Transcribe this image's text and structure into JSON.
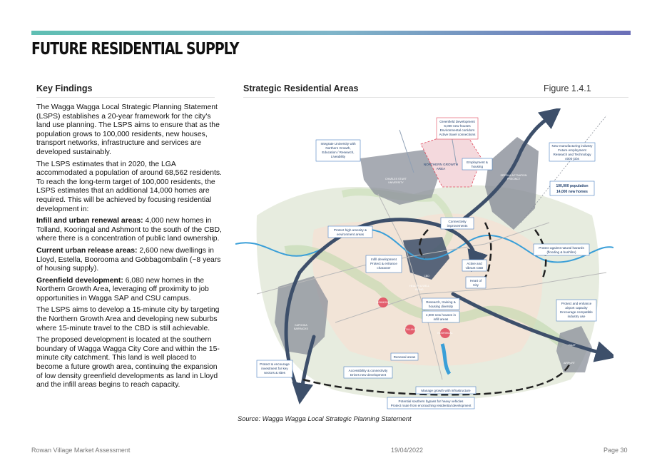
{
  "page": {
    "title": "FUTURE RESIDENTIAL SUPPLY",
    "left_heading": "Key Findings",
    "right_heading": "Strategic Residential Areas",
    "figure_number": "Figure 1.4.1",
    "source": "Source: Wagga Wagga Local Strategic Planning Statement"
  },
  "paragraphs": [
    {
      "bold": "",
      "text": "The Wagga Wagga Local Strategic Planning Statement (LSPS) establishes a 20-year framework for the city's land use planning. The LSPS aims to ensure that as the population grows to 100,000 residents, new houses, transport networks, infrastructure and services are developed sustainably."
    },
    {
      "bold": "",
      "text": "The LSPS estimates that in 2020, the LGA accommodated a population of around 68,562 residents. To reach the long-term target of 100,000 residents, the LSPS estimates that an additional 14,000 homes are required. This will be achieved by focusing residential development in:"
    },
    {
      "bold": "Infill and urban renewal areas:",
      "text": " 4,000 new homes in Tolland, Kooringal and Ashmont to the south of the CBD, where there is a concentration of public land ownership."
    },
    {
      "bold": "Current urban release areas:",
      "text": " 2,600 new dwellings in Lloyd, Estella, Boorooma and Gobbagombalin (~8 years of housing supply)."
    },
    {
      "bold": "Greenfield development:",
      "text": " 6,080 new homes in the Northern Growth Area, leveraging off proximity to job opportunities in Wagga SAP and CSU campus."
    },
    {
      "bold": "",
      "text": "The LSPS aims to develop a 15-minute city by targeting the Northern Growth Area and developing new suburbs where 15-minute travel to the CBD is still achievable."
    },
    {
      "bold": "",
      "text": "The proposed development is located at the southern boundary of Wagga Wagga City Core and within the 15-minute city catchment. This land is well placed to become a future growth area, continuing the expansion of low density greenfield developments as land in Lloyd and the infill areas begins to reach capacity."
    }
  ],
  "map": {
    "callouts": {
      "greenfield": [
        "Greenfield Development",
        "6,000 new houses",
        "Environmental corridors",
        "Active travel connections"
      ],
      "university": [
        "Integrate University with",
        "Northern Growth,",
        "Education / Research,",
        "Liveability"
      ],
      "employment": [
        "Employment &",
        "housing"
      ],
      "manufacturing": [
        "New manufacturing industry",
        "Future employment",
        "Research and Technology",
        "4000 jobs"
      ],
      "population": [
        "100,000 population",
        "14,000 new homes"
      ],
      "connectivity": [
        "Connectivity",
        "improvements"
      ],
      "amenity": [
        "Protect high amenity &",
        "environment areas"
      ],
      "hazards": [
        "Protect against natural hazards",
        "(flooding & bushfire)"
      ],
      "infill": [
        "Infill development",
        "Protect & enhance",
        "character"
      ],
      "vibrant_cbd": [
        "Active and",
        "vibrant CBD"
      ],
      "heart_city": [
        "Heart of",
        "City"
      ],
      "research": [
        "Research, training &",
        "housing diversity"
      ],
      "infill_homes": [
        "4,000 new houses in",
        "infill areas"
      ],
      "airport": [
        "Protect and enhance",
        "airport capacity",
        "Encourage compatible",
        "industry use"
      ],
      "renewal": [
        "Renewal areas"
      ],
      "protect_investment": [
        "Protect & encourage",
        "investment for key",
        "sectors & sites"
      ],
      "accessibility": [
        "Accessibility & connectivity",
        "Drives new development"
      ],
      "manage_growth": [
        "Manage growth with infrastructure"
      ],
      "bypass": [
        "Potential southern bypass for heavy vehicles",
        "Protect route from encroaching residential development"
      ]
    },
    "place_labels": {
      "csu": [
        "CHARLES STURT",
        "UNIVERSITY"
      ],
      "northern_growth": [
        "NORTHERN GROWTH",
        "AREA"
      ],
      "sap": [
        "SPECIAL ACTIVATION",
        "PRECINCT"
      ],
      "kapooka": [
        "KAPOOKA",
        "BARRACKS"
      ],
      "cbd": "CBD",
      "ashmont": "ASHMONT",
      "tolland": "TOLLAND",
      "kooringal": "KOORINGAL",
      "raaf": "RAAF",
      "airport": "AIRPORT",
      "hospital": [
        "HEALTH & WELL",
        "BEING"
      ]
    }
  },
  "footer": {
    "left": "Rowan Village Market Assessment",
    "center": "19/04/2022",
    "right": "Page 30"
  },
  "colors": {
    "bar_start": "#5fbfb3",
    "bar_end": "#6b6fb8",
    "arrow": "#3d4f6a",
    "callout_border": "#4a7fc1",
    "infill_red": "#e0465a"
  }
}
